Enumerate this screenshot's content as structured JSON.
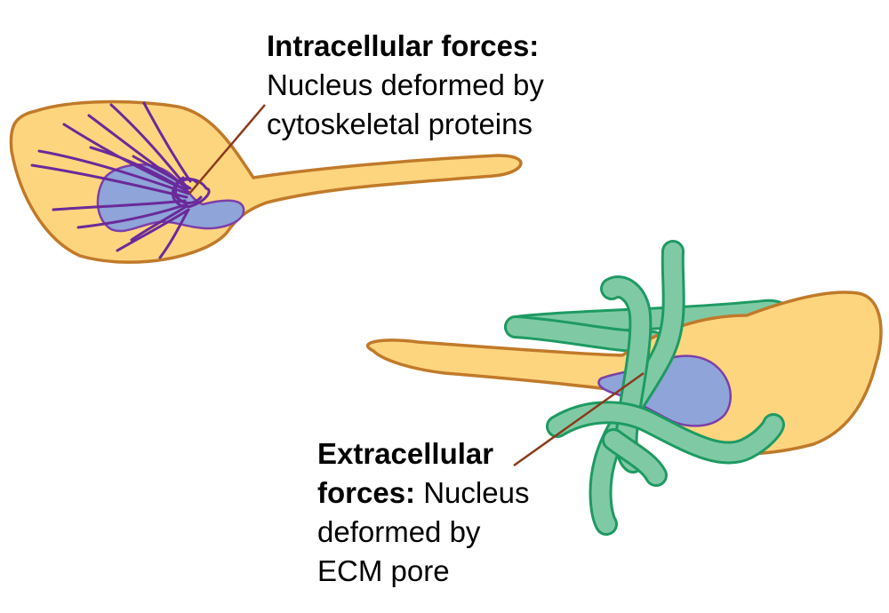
{
  "intracellular": {
    "heading": "Intracellular forces:",
    "line1": "Nucleus deformed by",
    "line2": "cytoskeletal proteins"
  },
  "extracellular": {
    "heading_line1": "Extracellular",
    "heading_line2": "forces:",
    "line2_rest": " Nucleus",
    "line3": "deformed by",
    "line4": "ECM pore"
  },
  "colors": {
    "cytoplasm": "#fed57f",
    "membrane": "#c07a2a",
    "nucleus": "#8fa4d8",
    "nucleus_outline": "#7c3fa8",
    "cytoskeleton": "#6a2a9a",
    "ecm_fill": "#7fcaa5",
    "ecm_outline": "#1e9a62",
    "leader_line": "#8b3a1a",
    "text": "#000000"
  }
}
